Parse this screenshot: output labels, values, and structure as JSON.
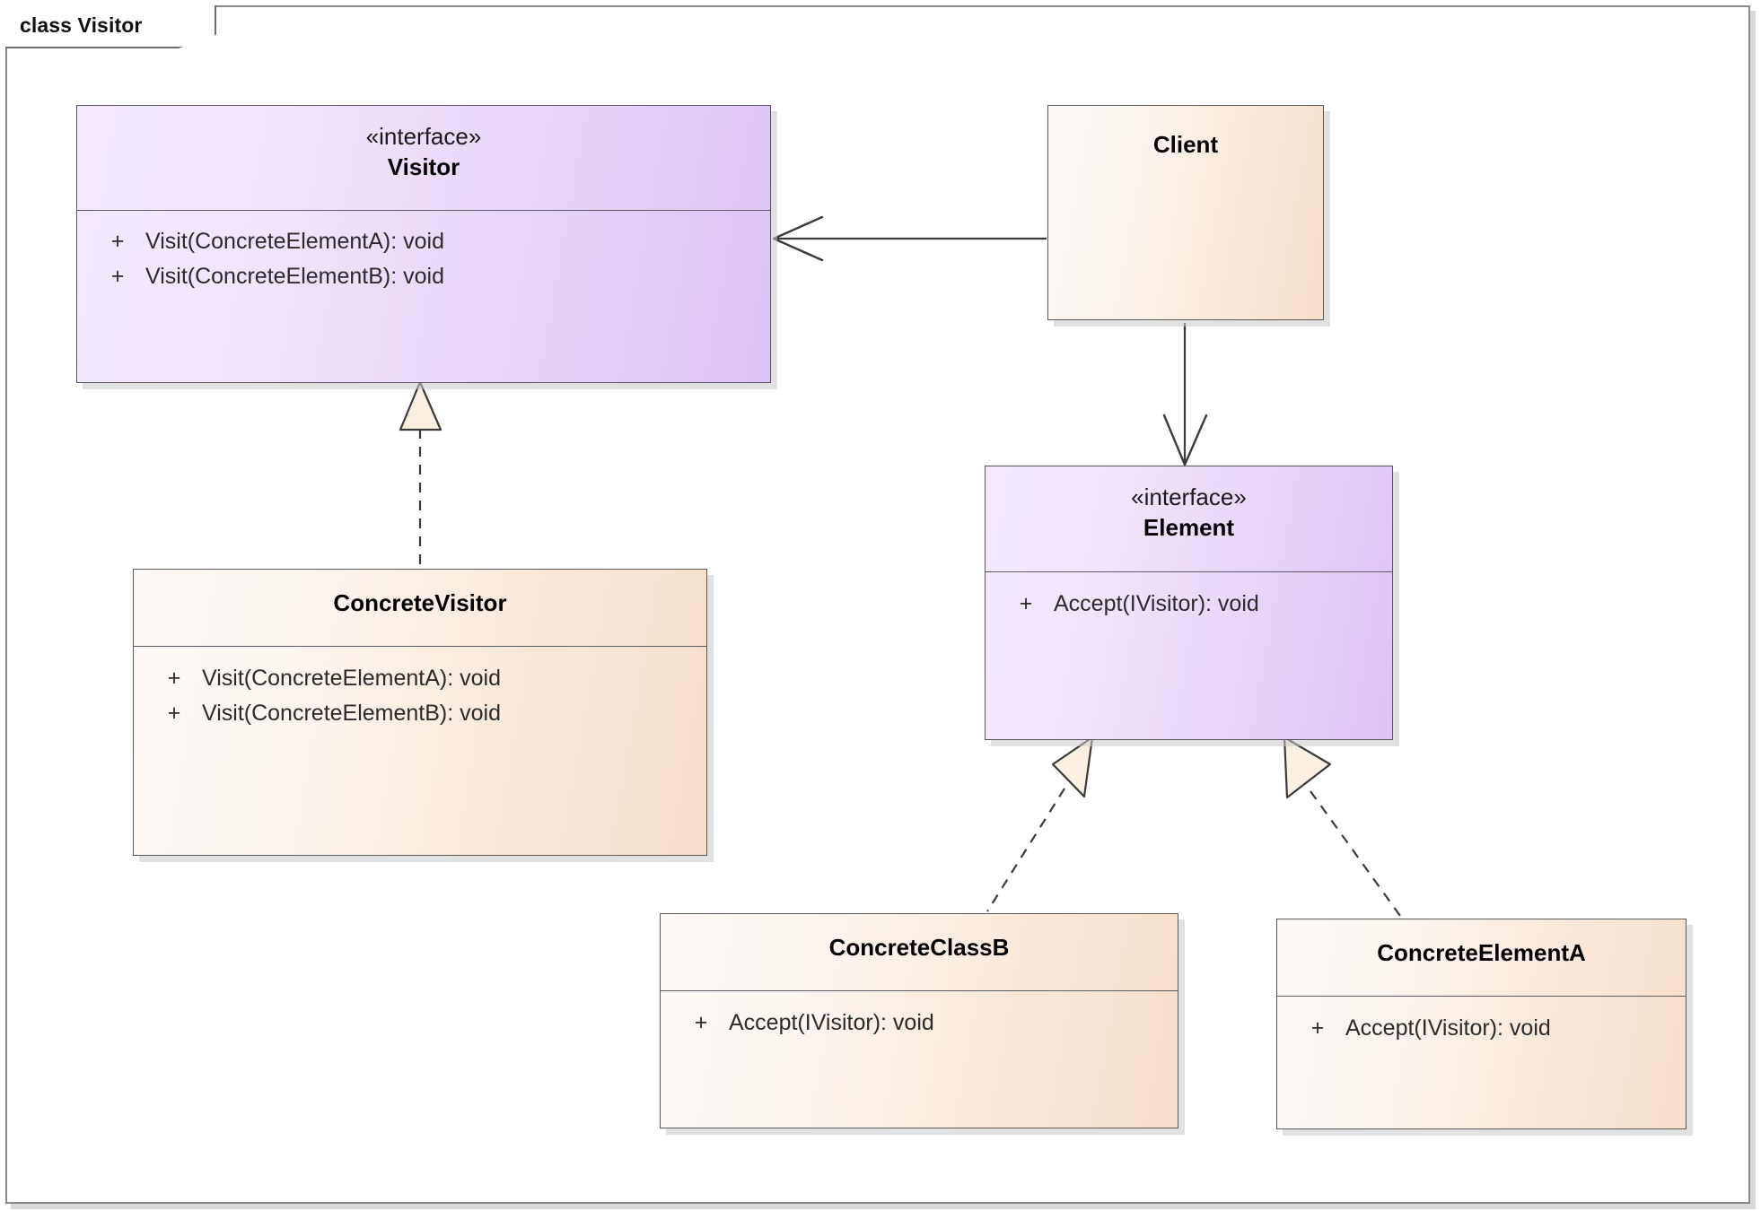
{
  "diagram": {
    "frame_label": "class Visitor",
    "kind": "uml-class-diagram",
    "colors": {
      "interface_fill_start": "#f3e9fc",
      "interface_fill_end": "#dcc3f6",
      "class_fill_start": "#fdf9f6",
      "class_fill_end": "#f6dfcb",
      "border": "#5b5b63",
      "arrow": "#3b3b3b",
      "triangle_fill": "#faefe0",
      "canvas": "#ffffff"
    }
  },
  "nodes": {
    "visitor": {
      "stereotype": "«interface»",
      "name": "Visitor",
      "members": [
        {
          "visibility": "+",
          "signature": "Visit(ConcreteElementA): void"
        },
        {
          "visibility": "+",
          "signature": "Visit(ConcreteElementB): void"
        }
      ]
    },
    "client": {
      "stereotype": "",
      "name": "Client",
      "members": []
    },
    "concrete_visitor": {
      "stereotype": "",
      "name": "ConcreteVisitor",
      "members": [
        {
          "visibility": "+",
          "signature": "Visit(ConcreteElementA): void"
        },
        {
          "visibility": "+",
          "signature": "Visit(ConcreteElementB): void"
        }
      ]
    },
    "element": {
      "stereotype": "«interface»",
      "name": "Element",
      "members": [
        {
          "visibility": "+",
          "signature": "Accept(IVisitor): void"
        }
      ]
    },
    "concrete_class_b": {
      "stereotype": "",
      "name": "ConcreteClassB",
      "members": [
        {
          "visibility": "+",
          "signature": "Accept(IVisitor): void"
        }
      ]
    },
    "concrete_element_a": {
      "stereotype": "",
      "name": "ConcreteElementA",
      "members": [
        {
          "visibility": "+",
          "signature": "Accept(IVisitor): void"
        }
      ]
    }
  },
  "edges": [
    {
      "id": "client-uses-visitor",
      "from": "client",
      "to": "visitor",
      "type": "association",
      "line": "solid",
      "arrowhead": "open-v"
    },
    {
      "id": "client-uses-element",
      "from": "client",
      "to": "element",
      "type": "association",
      "line": "solid",
      "arrowhead": "open-v"
    },
    {
      "id": "concretevisitor-realizes-visitor",
      "from": "concrete_visitor",
      "to": "visitor",
      "type": "realization",
      "line": "dashed",
      "arrowhead": "hollow-triangle"
    },
    {
      "id": "concreteclassb-realizes-element",
      "from": "concrete_class_b",
      "to": "element",
      "type": "realization",
      "line": "dashed",
      "arrowhead": "hollow-triangle"
    },
    {
      "id": "concreteelementa-realizes-element",
      "from": "concrete_element_a",
      "to": "element",
      "type": "realization",
      "line": "dashed",
      "arrowhead": "hollow-triangle"
    }
  ]
}
